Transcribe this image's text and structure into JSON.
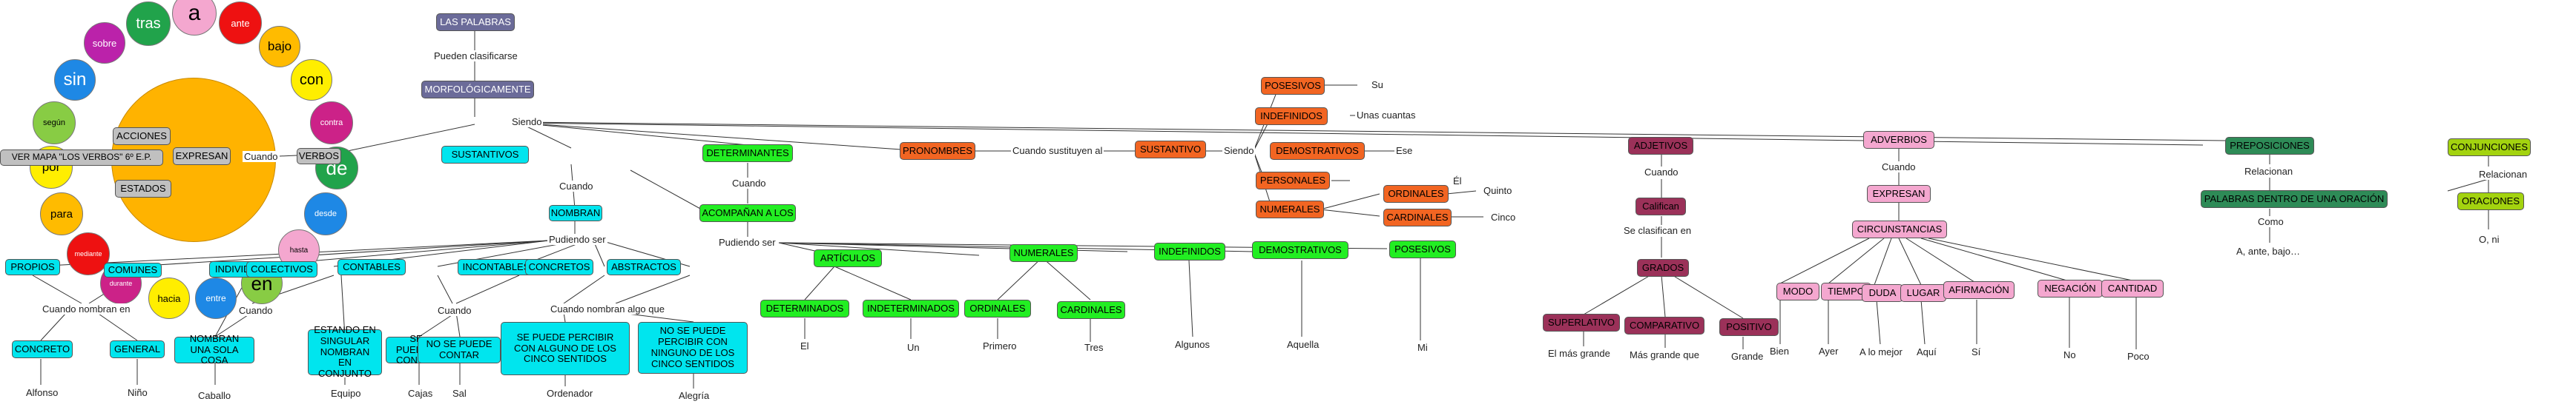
{
  "main": {
    "las_palabras": "LAS PALABRAS",
    "pueden_clasificarse": "Pueden clasificarse",
    "morfologicamente": "MORFOLÓGICAMENTE",
    "siendo": "Siendo"
  },
  "verbos": {
    "verbos": "VERBOS",
    "cuando": "Cuando",
    "expresan": "EXPRESAN",
    "acciones": "ACCIONES",
    "estados": "ESTADOS",
    "ver_mapa": "VER MAPA \"LOS VERBOS\" 6º E.P."
  },
  "circles": {
    "tras": "tras",
    "a": "a",
    "ante": "ante",
    "sobre": "sobre",
    "bajo": "bajo",
    "sin": "sin",
    "con": "con",
    "segun": "según",
    "contra": "contra",
    "de": "de",
    "por": "por",
    "desde": "desde",
    "para": "para",
    "mediante": "mediante",
    "en": "en",
    "hacia": "hacia",
    "entre": "entre",
    "hasta": "hasta",
    "durante": "durante"
  },
  "sustantivos": {
    "title": "SUSTANTIVOS",
    "cuando": "Cuando",
    "nombran": "NOMBRAN",
    "pudiendo_ser": "Pudiendo ser",
    "propios": "PROPIOS",
    "comunes": "COMUNES",
    "individuales": "INDIVIDUALES",
    "colectivos": "COLECTIVOS",
    "contables": "CONTABLES",
    "incontables": "INCONTABLES",
    "concretos": "CONCRETOS",
    "abstractos": "ABSTRACTOS",
    "cuando_nombran_en": "Cuando nombran en",
    "concreto": "CONCRETO",
    "general": "GENERAL",
    "alfonso": "Alfonso",
    "nino": "Niño",
    "nombran_una_sola_cosa": "NOMBRAN UNA SOLA COSA",
    "caballo": "Caballo",
    "estando_en_singular": "ESTANDO EN SINGULAR NOMBRAN EN CONJUNTO",
    "equipo": "Equipo",
    "cuando2": "Cuando",
    "se_puede_contar": "SE PUEDEN CONTAR",
    "cajas": "Cajas",
    "no_se_puede_contar": "NO SE PUEDE CONTAR",
    "sal": "Sal",
    "cuando_nombran_algo_que": "Cuando nombran algo que",
    "se_puede_percibir": "SE PUEDE PERCIBIR CON ALGUNO DE LOS CINCO SENTIDOS",
    "ordenador": "Ordenador",
    "no_se_puede_percibir": "NO SE PUEDE PERCIBIR CON NINGUNO DE LOS CINCO SENTIDOS",
    "alegria": "Alegría"
  },
  "determinantes": {
    "title": "DETERMINANTES",
    "cuando": "Cuando",
    "acompanan": "ACOMPAÑAN A LOS",
    "pudiendo_ser": "Pudiendo ser",
    "articulos": "ARTÍCULOS",
    "numerales": "NUMERALES",
    "indefinidos": "INDEFINIDOS",
    "demostrativos": "DEMOSTRATIVOS",
    "posesivos": "POSESIVOS",
    "determinados": "DETERMINADOS",
    "indeterminados": "INDETERMINADOS",
    "ordinales": "ORDINALES",
    "cardinales": "CARDINALES",
    "el": "El",
    "un": "Un",
    "primero": "Primero",
    "tres": "Tres",
    "algunos": "Algunos",
    "aquella": "Aquella",
    "mi": "Mi"
  },
  "pronombres": {
    "title": "PRONOMBRES",
    "cuando_sustituyen": "Cuando sustituyen al",
    "sustantivo": "SUSTANTIVO",
    "siendo": "Siendo",
    "posesivos": "POSESIVOS",
    "su": "Su",
    "indefinidos": "INDEFINIDOS",
    "unas_cuantas": "Unas cuantas",
    "demostrativos": "DEMOSTRATIVOS",
    "ese": "Ese",
    "personales": "PERSONALES",
    "el": "Él",
    "numerales": "NUMERALES",
    "ordinales": "ORDINALES",
    "quinto": "Quinto",
    "cardinales": "CARDINALES",
    "cinco": "Cinco"
  },
  "adjetivos": {
    "title": "ADJETIVOS",
    "cuando": "Cuando",
    "califican": "Califican",
    "se_clasifican_en": "Se clasifican en",
    "grados": "GRADOS",
    "superlativo": "SUPERLATIVO",
    "comparativo": "COMPARATIVO",
    "positivo": "POSITIVO",
    "el_mas_grande": "El más grande",
    "mas_grande_que": "Más grande que",
    "grande": "Grande"
  },
  "adverbios": {
    "title": "ADVERBIOS",
    "cuando": "Cuando",
    "expresan": "EXPRESAN",
    "circunstancias": "CIRCUNSTANCIAS",
    "modo": "MODO",
    "tiempo": "TIEMPO",
    "duda": "DUDA",
    "lugar": "LUGAR",
    "afirmacion": "AFIRMACIÓN",
    "negacion": "NEGACIÓN",
    "cantidad": "CANTIDAD",
    "bien": "Bien",
    "ayer": "Ayer",
    "a_lo_mejor": "A lo mejor",
    "aqui": "Aquí",
    "si": "Sí",
    "no": "No",
    "poco": "Poco"
  },
  "preposiciones": {
    "title": "PREPOSICIONES",
    "relacionan": "Relacionan",
    "palabras_dentro": "PALABRAS DENTRO DE UNA ORACIÓN",
    "como": "Como",
    "ejemplos": "A, ante, bajo…"
  },
  "conjunciones": {
    "title": "CONJUNCIONES",
    "relacionan": "Relacionan",
    "oraciones": "ORACIONES",
    "ejemplos": "O, ni"
  },
  "colors": {
    "sustantivos": "#00e5ee",
    "determinantes": "#22ee22",
    "pronombres": "#f26522",
    "adjetivos": "#9b3159",
    "adverbios": "#f4a7cf",
    "preposiciones": "#2e8b57",
    "conjunciones": "#a3d30f",
    "main": "#6b6b99",
    "verbos": "#c0c0c0",
    "sun": "#ffb300"
  }
}
